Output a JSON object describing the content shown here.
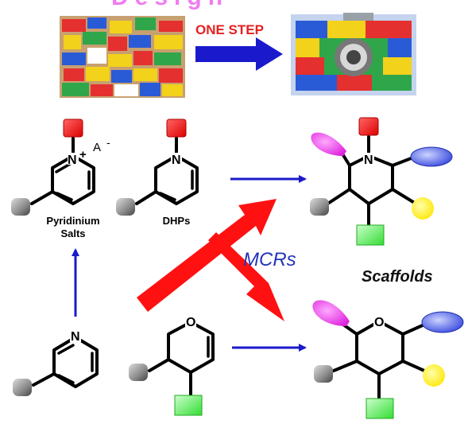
{
  "header_text": "Design",
  "one_step_label": "ONE STEP",
  "pyridinium": {
    "n_plus": "N",
    "plus": "+",
    "anion": "A",
    "anion_charge": "-",
    "label_line1": "Pyridinium",
    "label_line2": "Salts"
  },
  "dhp": {
    "n": "N",
    "label": "DHPs"
  },
  "piperidine": {
    "n": "N"
  },
  "pyridine": {
    "n": "N"
  },
  "dihydropyran": {
    "o": "O"
  },
  "tetrahydropyran": {
    "o": "O"
  },
  "mcr_label": "MCRs",
  "scaffolds_label": "Scaffolds",
  "colors": {
    "red_group": "#ff1a1a",
    "magenta_group": "#ee33ee",
    "blue_group": "#5566ee",
    "yellow_group": "#ffee00",
    "green_group": "#66ee66",
    "gray_group": "#808080",
    "arrow_blue": "#1a1acc",
    "arrow_red": "#ff1111",
    "mcr_text": "#2233bb"
  }
}
